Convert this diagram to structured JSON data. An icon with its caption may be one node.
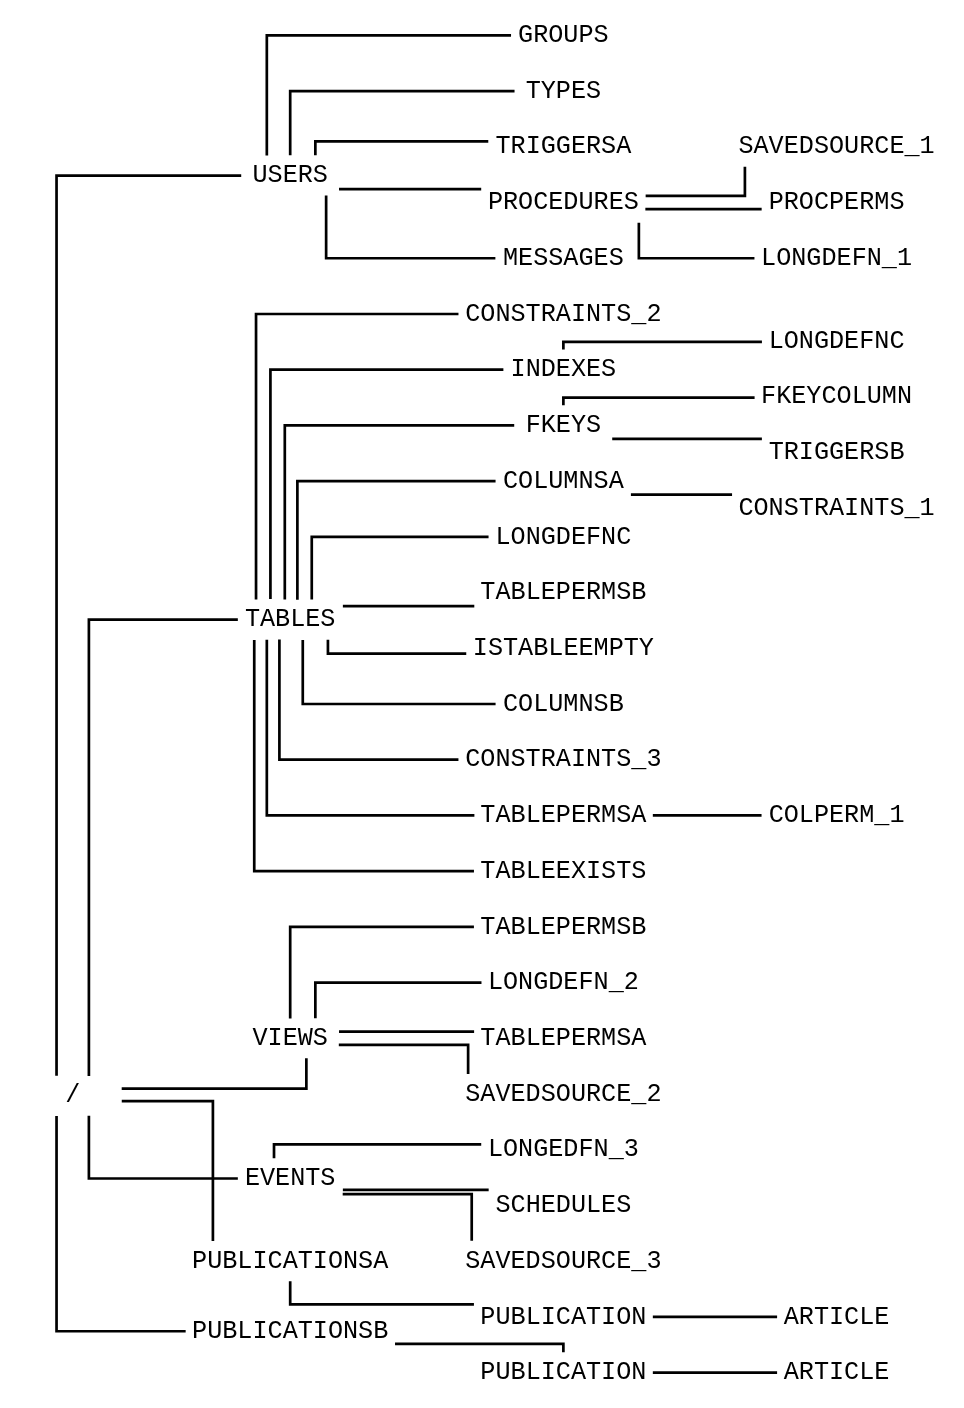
{
  "diagram": {
    "nodes": [
      {
        "text": [
          "/"
        ]
      },
      {
        "text": [
          "USERS"
        ]
      },
      {
        "text": [
          "GROUPS"
        ]
      },
      {
        "text": [
          "TYPES"
        ]
      },
      {
        "text": [
          "TRIGGERSA"
        ]
      },
      {
        "text": [
          "PROCEDURES"
        ]
      },
      {
        "text": [
          "MESSAGES"
        ]
      },
      {
        "text": [
          "SAVEDSOURCE_1"
        ]
      },
      {
        "text": [
          "PROCPERMS"
        ]
      },
      {
        "text": [
          "LONGDEFN_1"
        ]
      },
      {
        "text": [
          "TABLES"
        ]
      },
      {
        "text": [
          "CONSTRAINTS_2"
        ]
      },
      {
        "text": [
          "INDEXES"
        ]
      },
      {
        "text": [
          "LONGDEFNC"
        ]
      },
      {
        "text": [
          "FKEYS"
        ]
      },
      {
        "text": [
          "FKEYCOLUMN"
        ]
      },
      {
        "text": [
          "TRIGGERSB"
        ]
      },
      {
        "text": [
          "COLUMNSA"
        ]
      },
      {
        "text": [
          "CONSTRAINTS_1"
        ]
      },
      {
        "text": [
          "LONGDEFNC"
        ]
      },
      {
        "text": [
          "TABLEPERMSB"
        ]
      },
      {
        "text": [
          "ISTABLEEMPTY"
        ]
      },
      {
        "text": [
          "COLUMNSB"
        ]
      },
      {
        "text": [
          "CONSTRAINTS_3"
        ]
      },
      {
        "text": [
          "TABLEPERMSA"
        ]
      },
      {
        "text": [
          "COLPERM_1"
        ]
      },
      {
        "text": [
          "TABLEEXISTS"
        ]
      },
      {
        "text": [
          "VIEWS"
        ]
      },
      {
        "text": [
          "TABLEPERMSB"
        ]
      },
      {
        "text": [
          "LONGDEFN_2"
        ]
      },
      {
        "text": [
          "TABLEPERMSA"
        ]
      },
      {
        "text": [
          "SAVEDSOURCE_2"
        ]
      },
      {
        "text": [
          "EVENTS"
        ]
      },
      {
        "text": [
          "LONGEDFN_3"
        ]
      },
      {
        "text": [
          "SCHEDULES"
        ]
      },
      {
        "text": [
          "SAVEDSOURCE_3"
        ]
      },
      {
        "text": [
          "PUBLICATIONSA"
        ]
      },
      {
        "text": [
          "PUBLICATION"
        ]
      },
      {
        "text": [
          "ARTICLE"
        ]
      },
      {
        "text": [
          "PUBLICATIONSB"
        ]
      },
      {
        "text": [
          "PUBLICATION"
        ]
      },
      {
        "text": [
          "ARTICLE"
        ]
      }
    ],
    "edges": [
      {
        "from": 0,
        "to": 1,
        "arrow": "none"
      },
      {
        "from": 1,
        "to": 2,
        "arrow": "none"
      },
      {
        "from": 1,
        "to": 3,
        "arrow": "none"
      },
      {
        "from": 1,
        "to": 4,
        "arrow": "none"
      },
      {
        "from": 1,
        "to": 5,
        "arrow": "none"
      },
      {
        "from": 1,
        "to": 6,
        "arrow": "none"
      },
      {
        "from": 5,
        "to": 7,
        "arrow": "none"
      },
      {
        "from": 5,
        "to": 8,
        "arrow": "none"
      },
      {
        "from": 5,
        "to": 9,
        "arrow": "none"
      },
      {
        "from": 0,
        "to": 10,
        "arrow": "none"
      },
      {
        "from": 10,
        "to": 11,
        "arrow": "none"
      },
      {
        "from": 10,
        "to": 12,
        "arrow": "none"
      },
      {
        "from": 12,
        "to": 13,
        "arrow": "none"
      },
      {
        "from": 10,
        "to": 14,
        "arrow": "none"
      },
      {
        "from": 14,
        "to": 15,
        "arrow": "none"
      },
      {
        "from": 14,
        "to": 16,
        "arrow": "none"
      },
      {
        "from": 10,
        "to": 17,
        "arrow": "none"
      },
      {
        "from": 17,
        "to": 18,
        "arrow": "none"
      },
      {
        "from": 10,
        "to": 19,
        "arrow": "none"
      },
      {
        "from": 10,
        "to": 20,
        "arrow": "none"
      },
      {
        "from": 10,
        "to": 21,
        "arrow": "none"
      },
      {
        "from": 10,
        "to": 22,
        "arrow": "none"
      },
      {
        "from": 10,
        "to": 23,
        "arrow": "none"
      },
      {
        "from": 10,
        "to": 24,
        "arrow": "none"
      },
      {
        "from": 24,
        "to": 25,
        "arrow": "none"
      },
      {
        "from": 10,
        "to": 26,
        "arrow": "none"
      },
      {
        "from": 0,
        "to": 27,
        "arrow": "none"
      },
      {
        "from": 27,
        "to": 28,
        "arrow": "none"
      },
      {
        "from": 27,
        "to": 29,
        "arrow": "none"
      },
      {
        "from": 27,
        "to": 30,
        "arrow": "none"
      },
      {
        "from": 27,
        "to": 31,
        "arrow": "none"
      },
      {
        "from": 0,
        "to": 32,
        "arrow": "none"
      },
      {
        "from": 32,
        "to": 33,
        "arrow": "none"
      },
      {
        "from": 32,
        "to": 34,
        "arrow": "none"
      },
      {
        "from": 32,
        "to": 35,
        "arrow": "none"
      },
      {
        "from": 0,
        "to": 36,
        "arrow": "none"
      },
      {
        "from": 36,
        "to": 37,
        "arrow": "none"
      },
      {
        "from": 37,
        "to": 38,
        "arrow": "none"
      },
      {
        "from": 0,
        "to": 39,
        "arrow": "none"
      },
      {
        "from": 39,
        "to": 40,
        "arrow": "none"
      },
      {
        "from": 40,
        "to": 41,
        "arrow": "none"
      }
    ]
  }
}
